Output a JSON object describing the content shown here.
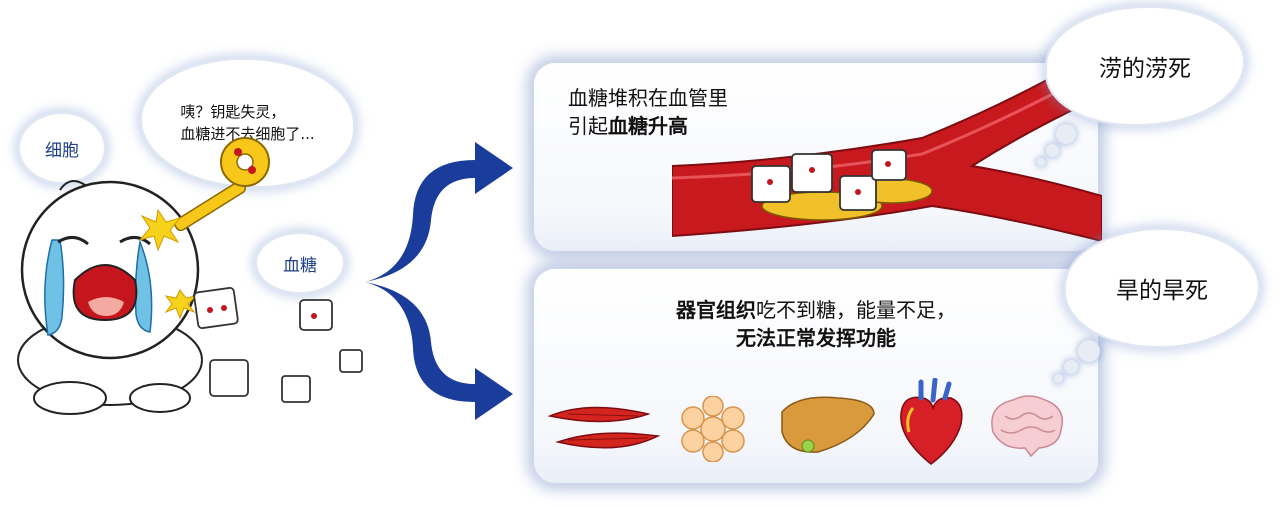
{
  "speech": {
    "line1": "咦？钥匙失灵，",
    "line2": "血糖进不去细胞了..."
  },
  "clouds": {
    "cell": "细胞",
    "glucose": "血糖"
  },
  "panel_top": {
    "line1": "血糖堆积在血管里",
    "line2_prefix": "引起",
    "line2_bold": "血糖升高"
  },
  "panel_bottom": {
    "line1_bold": "器官组织",
    "line1_rest": "吃不到糖，能量不足，",
    "line2_bold": "无法正常发挥功能"
  },
  "thoughts": {
    "top": "涝的涝死",
    "bottom": "旱的旱死"
  },
  "colors": {
    "arrow": "#1a3c9a",
    "vessel": "#c8191e",
    "cloud_text": "#1f3f8a"
  },
  "icons": [
    "muscle-icon",
    "fat-cells-icon",
    "liver-icon",
    "heart-icon",
    "brain-icon"
  ]
}
